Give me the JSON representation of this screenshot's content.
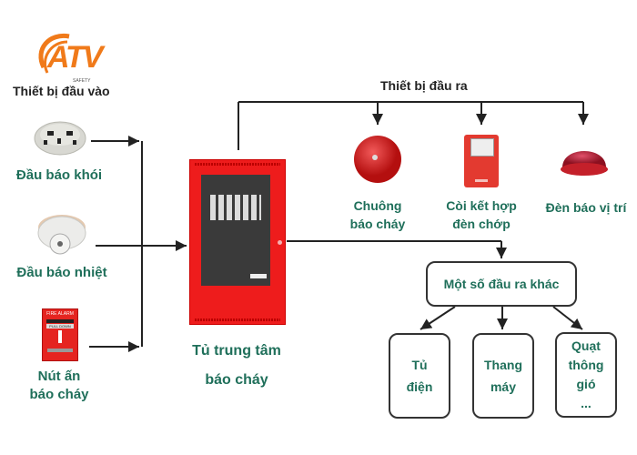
{
  "logo": {
    "text": "ATV",
    "subtext": "SAFETY",
    "color": "#f07a1a"
  },
  "inputs": {
    "title": "Thiết bị đầu vào",
    "items": [
      {
        "label": "Đầu báo khói",
        "icon": "smoke-detector-icon"
      },
      {
        "label": "Đầu báo nhiệt",
        "icon": "heat-detector-icon"
      },
      {
        "label_line1": "Nút ấn",
        "label_line2": "báo cháy",
        "icon": "manual-call-point-icon",
        "sign_top": "FIRE ALARM",
        "sign_mid": "PULL DOWN"
      }
    ]
  },
  "panel": {
    "label_line1": "Tủ trung tâm",
    "label_line2": "báo cháy",
    "color": "#ee1c1c"
  },
  "outputs": {
    "title": "Thiết bị đầu ra",
    "items": [
      {
        "label_line1": "Chuông",
        "label_line2": "báo cháy",
        "icon": "fire-bell-icon"
      },
      {
        "label_line1": "Còi kết hợp",
        "label_line2": "đèn chớp",
        "icon": "horn-strobe-icon"
      },
      {
        "label_line1": "Đèn báo vị trí",
        "icon": "location-lamp-icon"
      }
    ]
  },
  "other_outputs": {
    "title": "Một số đầu ra khác",
    "items": [
      {
        "lines": [
          "Tủ",
          "điện"
        ]
      },
      {
        "lines": [
          "Thang",
          "máy"
        ]
      },
      {
        "lines": [
          "Quạt",
          "thông",
          "gió",
          "..."
        ]
      }
    ]
  },
  "colors": {
    "label_green": "#1f6f5a",
    "line": "#222222"
  }
}
